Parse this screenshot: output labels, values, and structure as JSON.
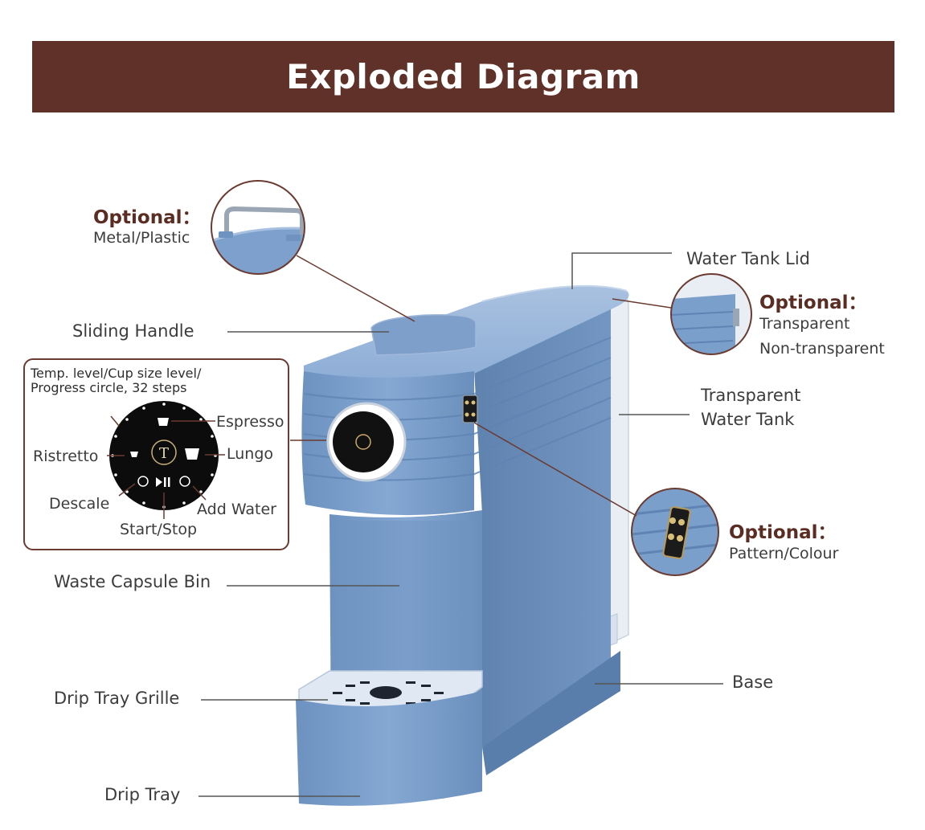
{
  "title": "Exploded Diagram",
  "labels": {
    "water_tank_lid": "Water Tank Lid",
    "sliding_handle": "Sliding Handle",
    "transparent_water_tank_1": "Transparent",
    "transparent_water_tank_2": "Water Tank",
    "waste_capsule_bin": "Waste Capsule Bin",
    "drip_tray_grille": "Drip Tray Grille",
    "base": "Base",
    "drip_tray": "Drip Tray"
  },
  "optional_handle": {
    "title": "Optional：",
    "lines": [
      "Metal/Plastic"
    ]
  },
  "optional_tank": {
    "title": "Optional：",
    "lines": [
      "Transparent",
      "Non-transparent"
    ]
  },
  "optional_pattern": {
    "title": "Optional：",
    "lines": [
      "Pattern/Colour"
    ]
  },
  "control_panel": {
    "note": "Temp. level/Cup size level/ Progress circle, 32 steps",
    "espresso": "Espresso",
    "ristretto": "Ristretto",
    "lungo": "Lungo",
    "descale": "Descale",
    "add_water": "Add Water",
    "start_stop": "Start/Stop",
    "logo_letter": "T"
  },
  "colors": {
    "banner": "#5f3128",
    "accent": "#5a2c22",
    "machine_blue": "#7b9fcb",
    "leader_line": "#6b3a30"
  }
}
